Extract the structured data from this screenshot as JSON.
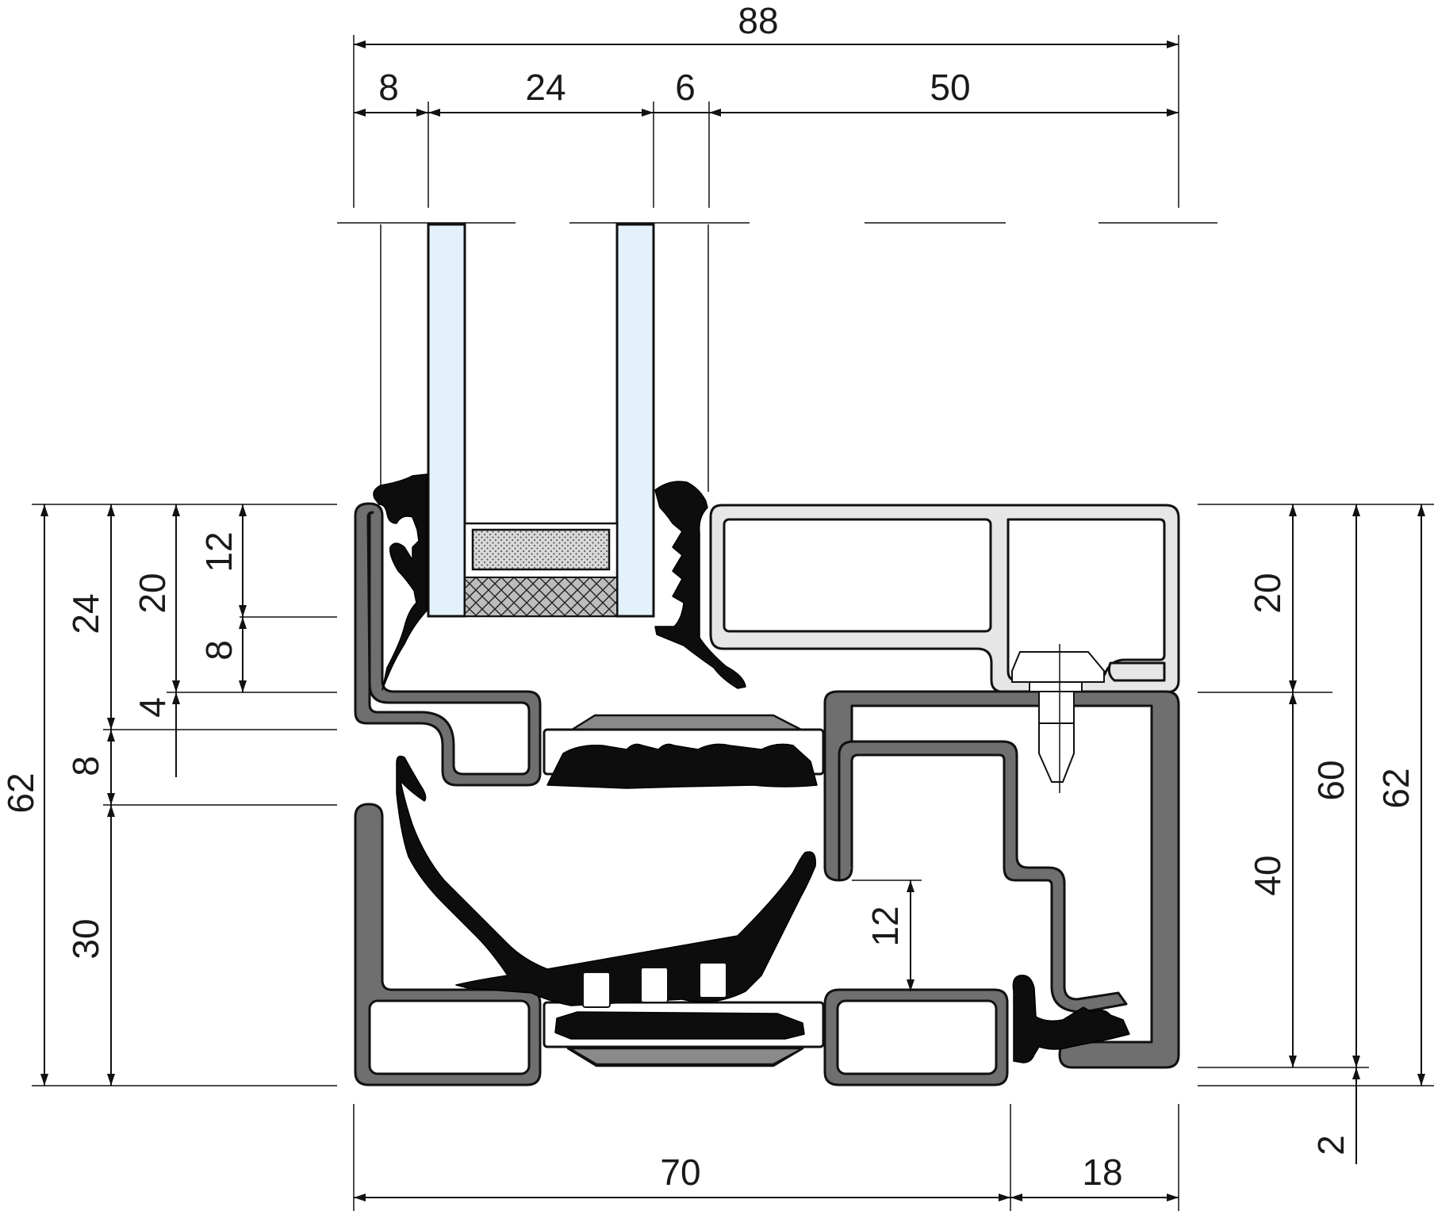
{
  "title": "",
  "dimensions": {
    "top_total": "88",
    "top_left_face": "8",
    "top_glazing": "24",
    "top_gasket": "6",
    "top_bead": "50",
    "left_total": "62",
    "left_24": "24",
    "left_20": "20",
    "left_12": "12",
    "left_8_upper": "8",
    "left_4": "4",
    "left_8_lower": "8",
    "left_30": "30",
    "mid_12": "12",
    "right_20": "20",
    "right_40": "40",
    "right_60": "60",
    "right_62": "62",
    "right_2": "2",
    "bottom_70": "70",
    "bottom_18": "18"
  },
  "colors": {
    "profile": "#6f6f6f",
    "gasket": "#0d0d0d",
    "glass": "#e3f1fa",
    "bead": "#e6e6e6",
    "lines": "#111111"
  }
}
